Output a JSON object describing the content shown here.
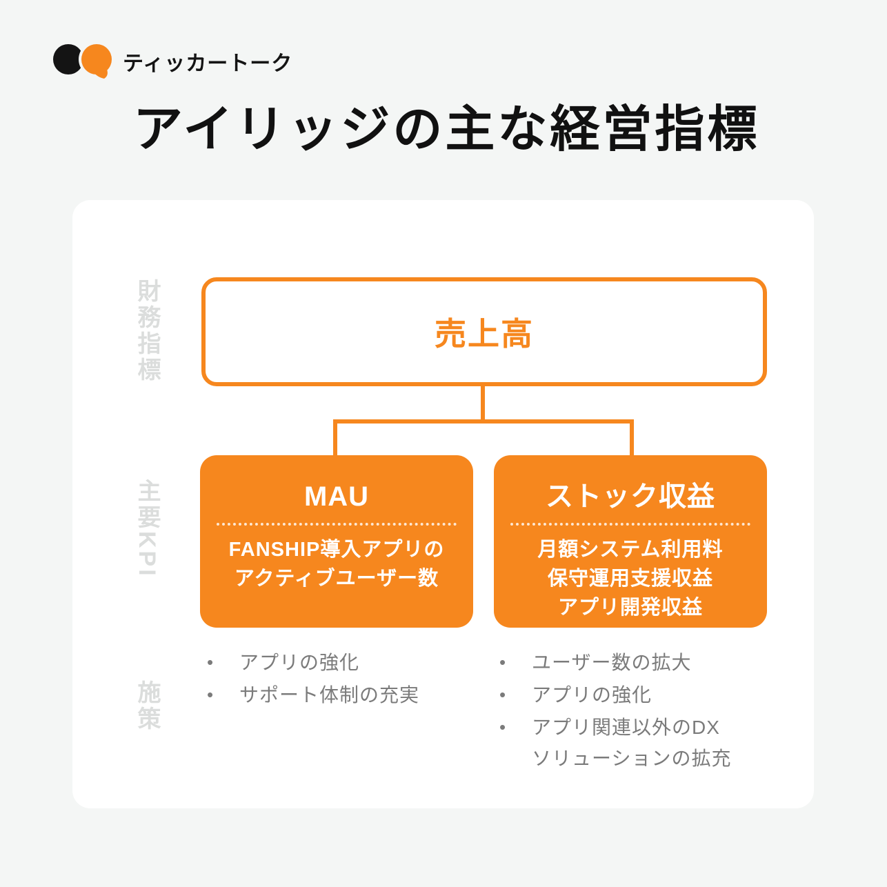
{
  "colors": {
    "accent_orange": "#f6871e",
    "page_background": "#f4f6f5",
    "card_background": "#ffffff",
    "title_text": "#111111",
    "measure_text_gray": "#7b7b7b",
    "row_label_gray": "#dbdddc"
  },
  "logo": {
    "brand": "ティッカートーク"
  },
  "title": "アイリッジの主な経営指標",
  "diagram": {
    "row_labels": {
      "financial": "財務指標",
      "kpi": "主要KPI",
      "measures": "施策"
    },
    "root_label": "売上高",
    "kpi_left": {
      "heading": "MAU",
      "description": "FANSHIP導入アプリの\nアクティブユーザー数"
    },
    "kpi_right": {
      "heading": "ストック収益",
      "description": "月額システム利用料\n保守運用支援収益\nアプリ開発収益"
    },
    "measures_left": [
      "アプリの強化",
      "サポート体制の充実"
    ],
    "measures_right": [
      "ユーザー数の拡大",
      "アプリの強化",
      "アプリ関連以外のDXソリューションの拡充"
    ]
  }
}
